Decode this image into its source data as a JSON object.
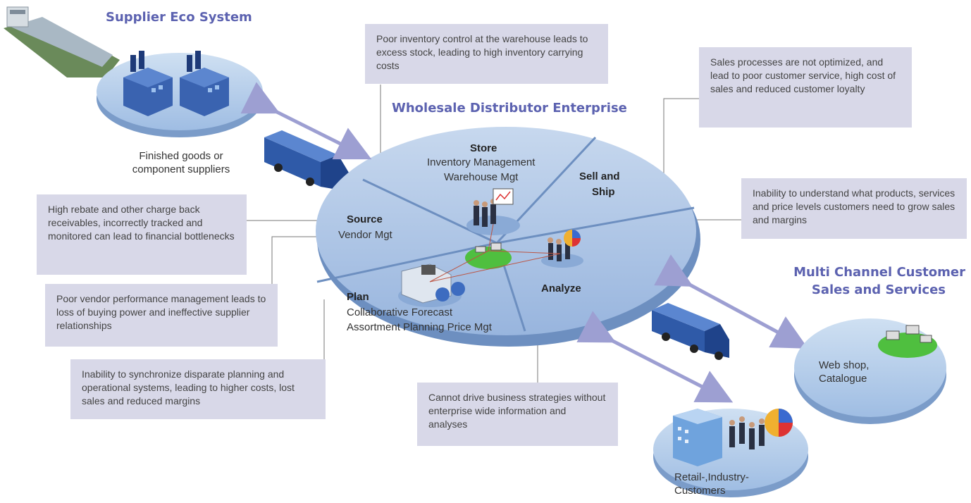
{
  "headings": {
    "supplier": "Supplier Eco System",
    "enterprise": "Wholesale Distributor Enterprise",
    "customer_line1": "Multi Channel Customer",
    "customer_line2": "Sales and Services"
  },
  "segments": {
    "store": {
      "title": "Store",
      "line1": "Inventory Management",
      "line2": "Warehouse Mgt"
    },
    "sell": {
      "line1": "Sell and",
      "line2": "Ship"
    },
    "source": {
      "title": "Source",
      "line1": "Vendor Mgt"
    },
    "plan": {
      "title": "Plan",
      "line1": "Collaborative Forecast",
      "line2": "Assortment Planning Price Mgt"
    },
    "analyze": {
      "title": "Analyze"
    }
  },
  "labels": {
    "suppliers": "Finished goods or\ncomponent suppliers",
    "webshop": "Web shop,\nCatalogue",
    "retail": "Retail-,Industry-\nCustomers"
  },
  "callouts": {
    "inventory": "Poor inventory control at the  warehouse leads to excess stock, leading to high inventory carrying costs",
    "sales": "Sales processes are not optimized, and lead to poor customer service, high cost of sales and reduced customer loyalty",
    "products": "Inability to understand what products, services and price levels customers need to grow sales and margins",
    "rebate": "High rebate and other charge back receivables, incorrectly tracked and monitored can lead to financial bottlenecks",
    "vendor": "Poor vendor performance management leads to loss of buying power and ineffective supplier relationships",
    "planning": "Inability to synchronize disparate planning and operational systems, leading to higher costs, lost sales and reduced margins",
    "strategy": "Cannot drive business strategies without enterprise wide information and analyses"
  },
  "colors": {
    "heading": "#5c62b0",
    "callout_bg": "#d8d8e8",
    "disc_top": "#a9c3e3",
    "disc_edge": "#6d8fc0",
    "arrow": "#9d9fd2"
  }
}
